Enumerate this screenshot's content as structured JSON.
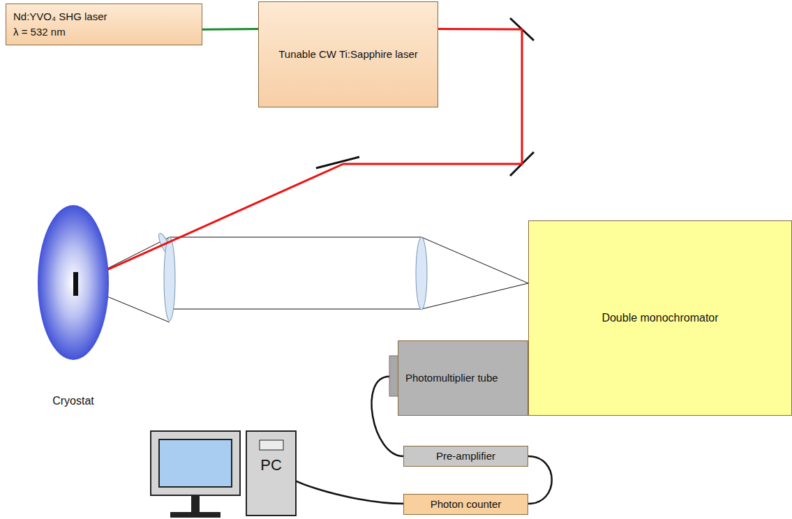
{
  "diagram": {
    "nodes": [
      {
        "text": [
          "Nd:YVO₄ SHG laser",
          "λ = 532 nm"
        ]
      },
      {
        "text": [
          "Tunable CW Ti:Sapphire laser"
        ]
      },
      {
        "text": [
          "Cryostat"
        ]
      },
      {
        "text": [
          "Double monochromator"
        ]
      },
      {
        "text": [
          "Photomultiplier tube"
        ]
      },
      {
        "text": [
          "Pre-amplifier"
        ]
      },
      {
        "text": [
          "Photon counter"
        ]
      },
      {
        "text": [
          "PC"
        ]
      }
    ],
    "edges": [
      {
        "from": 0,
        "to": 1,
        "arrow": "none"
      },
      {
        "from": 1,
        "to": 2,
        "arrow": "none"
      },
      {
        "from": 4,
        "to": 5,
        "arrow": "none"
      },
      {
        "from": 5,
        "to": 6,
        "arrow": "none"
      },
      {
        "from": 6,
        "to": 7,
        "arrow": "none"
      }
    ]
  }
}
